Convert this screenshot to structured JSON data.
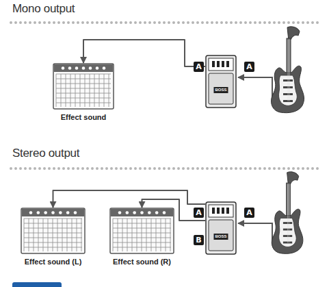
{
  "diagram": {
    "nodes": [
      {
        "text": [
          "Effect sound"
        ]
      },
      {
        "text": [
          "BOSS"
        ]
      },
      {
        "text": [
          "Effect sound (L)"
        ]
      },
      {
        "text": [
          "Effect sound (R)"
        ]
      },
      {
        "text": [
          "BOSS"
        ]
      }
    ],
    "edges": [
      {
        "from": 1,
        "to": 0,
        "arrow": "to"
      },
      {
        "from": 4,
        "to": 2,
        "arrow": "to"
      },
      {
        "from": 4,
        "to": 3,
        "arrow": "to"
      }
    ],
    "labels": [
      "Mono output",
      "A",
      "A",
      "Stereo output",
      "A",
      "A",
      "B"
    ]
  }
}
